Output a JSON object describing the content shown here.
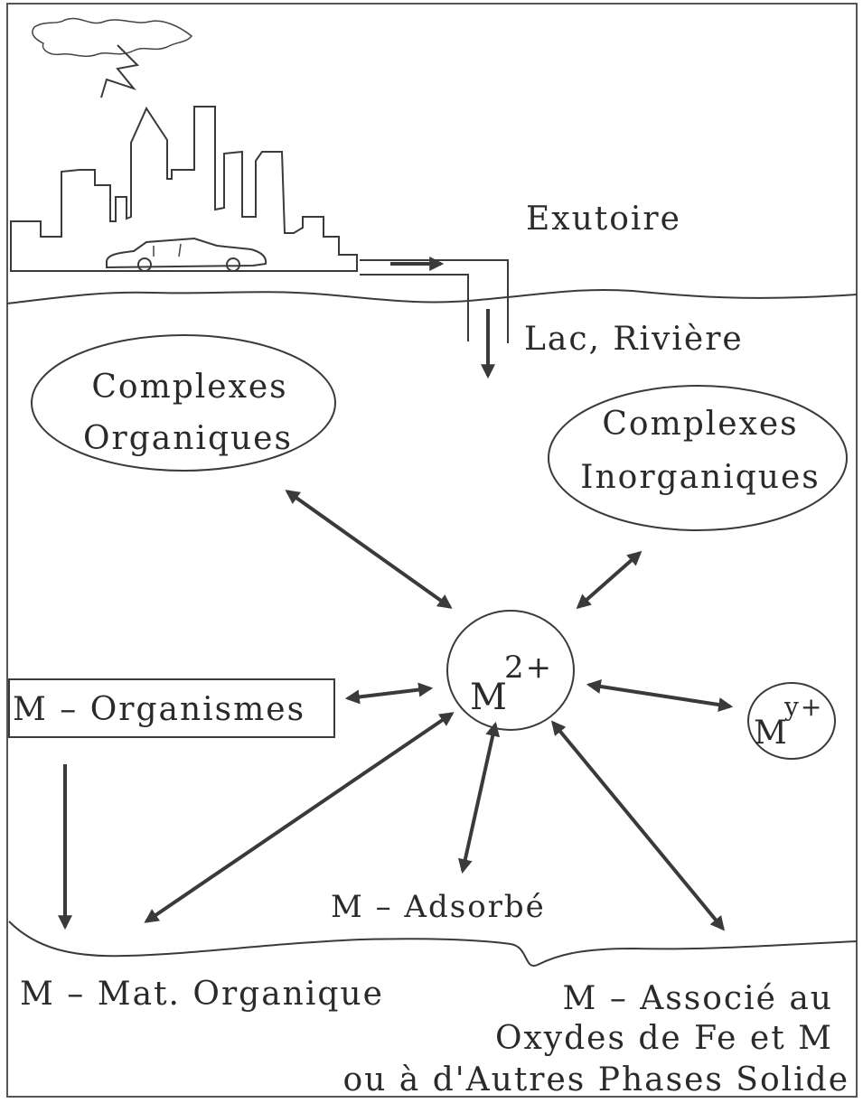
{
  "labels": {
    "exutoire": "Exutoire",
    "lac_riviere": "Lac, Rivière",
    "complexes_organiques_1": "Complexes",
    "complexes_organiques_2": "Organiques",
    "complexes_inorganiques_1": "Complexes",
    "complexes_inorganiques_2": "Inorganiques",
    "m2_base": "M",
    "m2_charge": "2+",
    "organismes": "M  –  Organismes",
    "my_base": "M",
    "my_charge": "y+",
    "adsorbe": "M  – Adsorbé",
    "mat_organique": "M  –  Mat. Organique",
    "associe_1": "M  –  Associé au",
    "associe_2": "Oxydes de Fe et M",
    "associe_3": "ou à d'Autres Phases Solide"
  },
  "colors": {
    "ink": "#3a3a3a",
    "background": "#ffffff"
  }
}
